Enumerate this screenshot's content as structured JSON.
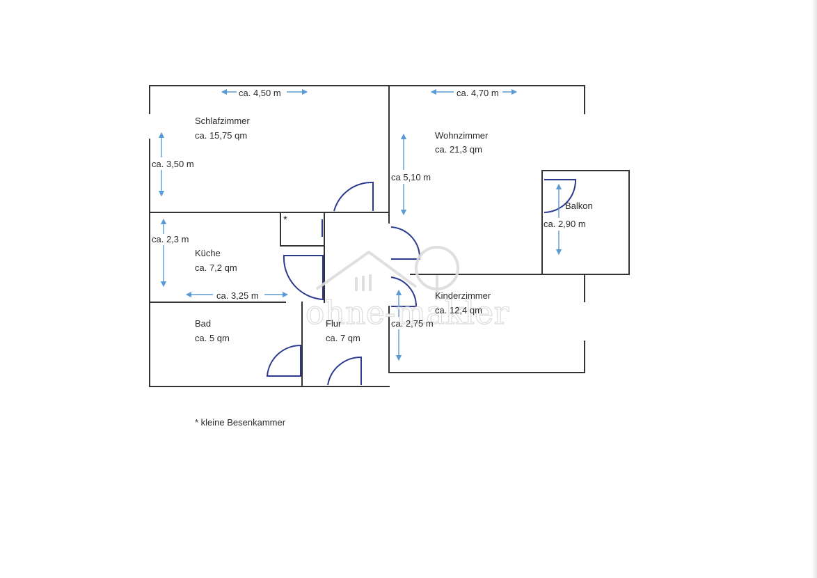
{
  "rooms": {
    "schlafzimmer": {
      "name": "Schlafzimmer",
      "area": "ca. 15,75 qm"
    },
    "wohnzimmer": {
      "name": "Wohnzimmer",
      "area": "ca. 21,3 qm"
    },
    "kueche": {
      "name": "Küche",
      "area": "ca. 7,2 qm"
    },
    "bad": {
      "name": "Bad",
      "area": "ca. 5 qm"
    },
    "flur": {
      "name": "Flur",
      "area": "ca. 7 qm"
    },
    "kinderzimmer": {
      "name": "Kinderzimmer",
      "area": "ca. 12,4 qm"
    },
    "balkon": {
      "name": "Balkon"
    }
  },
  "dimensions": {
    "schlaf_width": "ca. 4,50 m",
    "wohn_width": "ca. 4,70 m",
    "schlaf_height": "ca. 3,50 m",
    "wohn_height": "ca 5,10 m",
    "balkon_height": "ca. 2,90 m",
    "kueche_height": "ca. 2,3 m",
    "kueche_width": "ca. 3,25 m",
    "kinder_height": "ca. 2,75 m"
  },
  "closet_marker": "*",
  "footnote": "* kleine Besenkammer",
  "watermark": "ohne-makler",
  "colors": {
    "walls": "#333333",
    "doors": "#2b3a8f",
    "dimension_arrows": "#5b9bd5"
  }
}
